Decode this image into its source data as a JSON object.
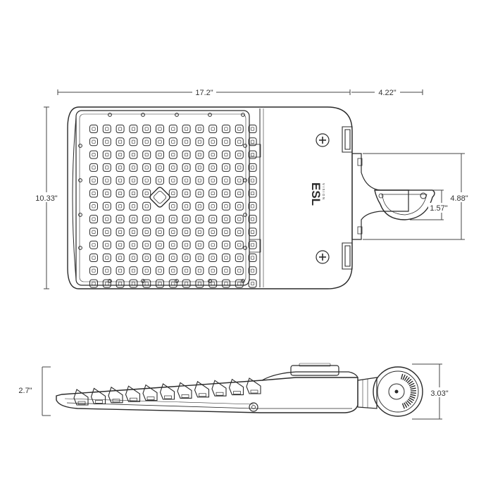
{
  "dimensions": {
    "overall_length": "17.2\"",
    "arm_length": "4.22\"",
    "housing_width": "10.33\"",
    "mount_width": "4.88\"",
    "mount_inner": "1.57\"",
    "side_height": "2.7\"",
    "mount_height": "3.03\""
  },
  "logo": {
    "main": "ESL",
    "sub": "VISION"
  },
  "led_grid": {
    "rows": 13,
    "cols": 13
  },
  "side_fins": {
    "count": 11
  },
  "colors": {
    "line": "#2a2a2a",
    "dim": "#444444",
    "background": "#ffffff"
  }
}
